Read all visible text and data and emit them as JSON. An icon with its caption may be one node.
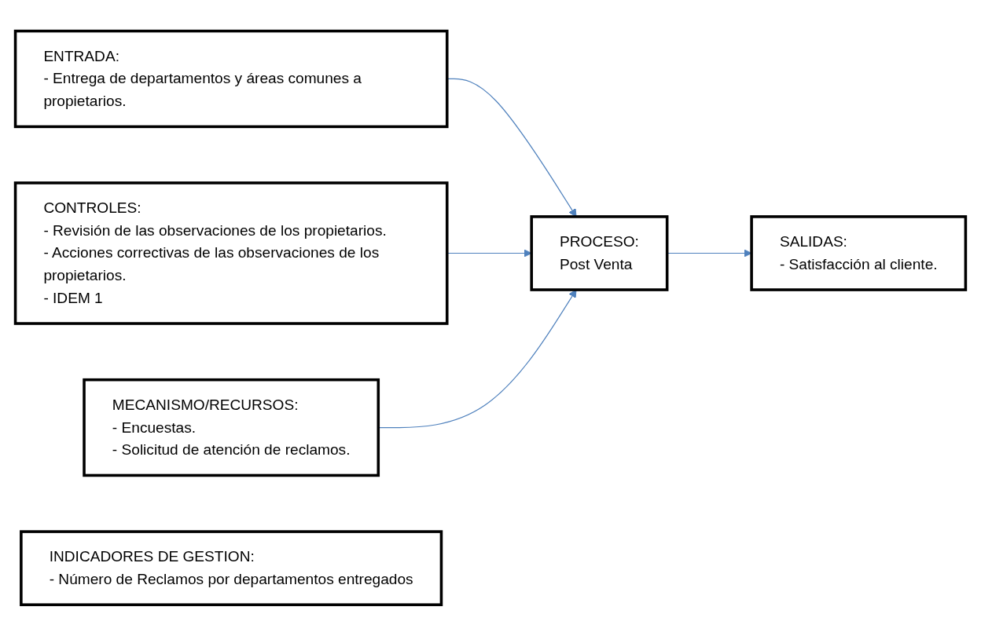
{
  "diagram": {
    "nodes": [
      {
        "text": [
          "CONTROLES:",
          "- Revisión de las observaciones de los propietarios.",
          "- Acciones correctivas de las observaciones de los propietarios.",
          "- IDEM 1"
        ]
      },
      {
        "text": [
          "ENTRADA:",
          "- Entrega de departamentos y áreas comunes a propietarios."
        ]
      },
      {
        "text": [
          "PROCESO:",
          "Post Venta"
        ]
      },
      {
        "text": [
          "SALIDAS:",
          "- Satisfacción al cliente."
        ]
      },
      {
        "text": [
          "MECANISMO/RECURSOS:",
          "- Encuestas.",
          "- Solicitud de atención de reclamos."
        ]
      },
      {
        "text": [
          "INDICADORES DE GESTION:",
          "- Número de Reclamos por departamentos entregados"
        ]
      }
    ],
    "edges": [
      {
        "from": 1,
        "to": 2,
        "arrow": "to"
      },
      {
        "from": 0,
        "to": 2,
        "arrow": "to"
      },
      {
        "from": 4,
        "to": 2,
        "arrow": "to"
      },
      {
        "from": 2,
        "to": 3,
        "arrow": "to"
      }
    ]
  }
}
